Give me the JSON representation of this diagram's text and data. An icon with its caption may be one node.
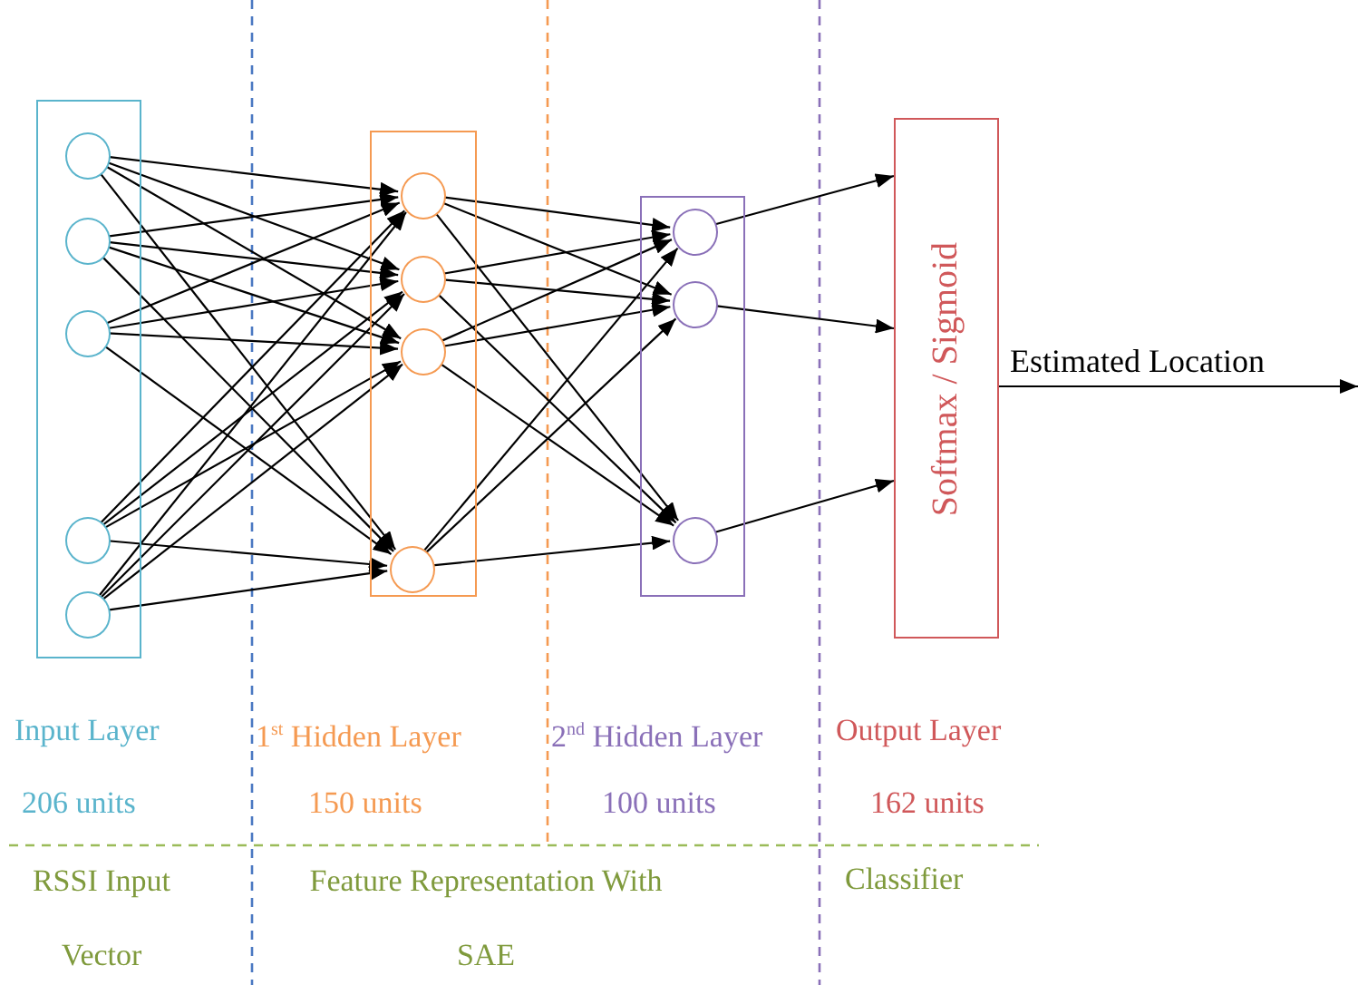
{
  "diagram": {
    "nodes": [
      {
        "text": [],
        "shape": "box"
      },
      {
        "text": [],
        "shape": "circle",
        "in": 0
      },
      {
        "text": [],
        "shape": "circle",
        "in": 0
      },
      {
        "text": [],
        "shape": "circle",
        "in": 0
      },
      {
        "text": [],
        "shape": "circle",
        "in": 0
      },
      {
        "text": [],
        "shape": "circle",
        "in": 0
      },
      {
        "text": [],
        "shape": "box"
      },
      {
        "text": [],
        "shape": "circle",
        "in": 6
      },
      {
        "text": [],
        "shape": "circle",
        "in": 6
      },
      {
        "text": [],
        "shape": "circle",
        "in": 6
      },
      {
        "text": [],
        "shape": "circle",
        "in": 6
      },
      {
        "text": [],
        "shape": "box"
      },
      {
        "text": [],
        "shape": "circle",
        "in": 11
      },
      {
        "text": [],
        "shape": "circle",
        "in": 11
      },
      {
        "text": [],
        "shape": "circle",
        "in": 11
      },
      {
        "text": [
          "Softmax / Sigmoid"
        ]
      }
    ],
    "edges": [
      {
        "from": 1,
        "to": 7,
        "arrow": "to"
      },
      {
        "from": 1,
        "to": 8,
        "arrow": "to"
      },
      {
        "from": 1,
        "to": 9,
        "arrow": "to"
      },
      {
        "from": 1,
        "to": 10,
        "arrow": "to"
      },
      {
        "from": 2,
        "to": 7,
        "arrow": "to"
      },
      {
        "from": 2,
        "to": 8,
        "arrow": "to"
      },
      {
        "from": 2,
        "to": 9,
        "arrow": "to"
      },
      {
        "from": 2,
        "to": 10,
        "arrow": "to"
      },
      {
        "from": 3,
        "to": 7,
        "arrow": "to"
      },
      {
        "from": 3,
        "to": 8,
        "arrow": "to"
      },
      {
        "from": 3,
        "to": 9,
        "arrow": "to"
      },
      {
        "from": 3,
        "to": 10,
        "arrow": "to"
      },
      {
        "from": 4,
        "to": 7,
        "arrow": "to"
      },
      {
        "from": 4,
        "to": 8,
        "arrow": "to"
      },
      {
        "from": 4,
        "to": 9,
        "arrow": "to"
      },
      {
        "from": 4,
        "to": 10,
        "arrow": "to"
      },
      {
        "from": 5,
        "to": 7,
        "arrow": "to"
      },
      {
        "from": 5,
        "to": 8,
        "arrow": "to"
      },
      {
        "from": 5,
        "to": 9,
        "arrow": "to"
      },
      {
        "from": 5,
        "to": 10,
        "arrow": "to"
      },
      {
        "from": 7,
        "to": 12,
        "arrow": "to"
      },
      {
        "from": 7,
        "to": 13,
        "arrow": "to"
      },
      {
        "from": 7,
        "to": 14,
        "arrow": "to"
      },
      {
        "from": 8,
        "to": 12,
        "arrow": "to"
      },
      {
        "from": 8,
        "to": 13,
        "arrow": "to"
      },
      {
        "from": 8,
        "to": 14,
        "arrow": "to"
      },
      {
        "from": 9,
        "to": 12,
        "arrow": "to"
      },
      {
        "from": 9,
        "to": 13,
        "arrow": "to"
      },
      {
        "from": 9,
        "to": 14,
        "arrow": "to"
      },
      {
        "from": 10,
        "to": 12,
        "arrow": "to"
      },
      {
        "from": 10,
        "to": 13,
        "arrow": "to"
      },
      {
        "from": 10,
        "to": 14,
        "arrow": "to"
      },
      {
        "from": 12,
        "to": 15,
        "arrow": "to"
      },
      {
        "from": 13,
        "to": 15,
        "arrow": "to"
      },
      {
        "from": 14,
        "to": 15,
        "arrow": "to"
      },
      {
        "from": 15,
        "to": null,
        "arrow": "to",
        "label": "Estimated Location"
      }
    ],
    "labels": [
      "Input Layer",
      "1$^{st}$ Hidden Layer",
      "2$^{nd}$ Hidden Layer",
      "Output Layer",
      "206 units",
      "150 units",
      "100 units",
      "162 units",
      "RSSI Input Vector",
      "Feature Representation With SAE",
      "Classifier"
    ]
  }
}
